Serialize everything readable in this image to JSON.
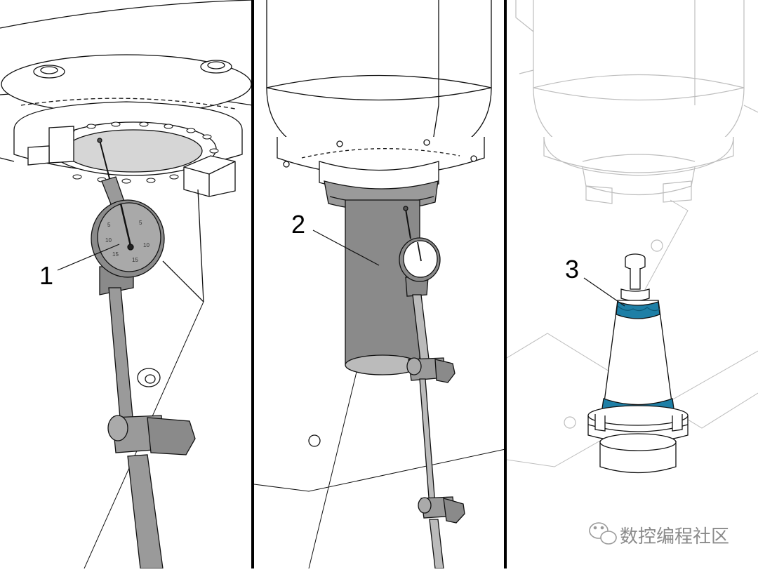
{
  "panels": [
    {
      "callout": "1"
    },
    {
      "callout": "2"
    },
    {
      "callout": "3"
    }
  ],
  "dial_scale": [
    "5",
    "5",
    "10",
    "10",
    "15",
    "15"
  ],
  "watermark": {
    "text": "数控编程社区",
    "icon": "wechat-icon"
  },
  "colors": {
    "line": "#111111",
    "part": "#9a9a9a",
    "part_dark": "#6e6e6e",
    "bore": "#d6d6d6",
    "toolholder_band": "#1e7fa6",
    "ghost_line": "#bdbdbd",
    "divider": "#000000"
  }
}
